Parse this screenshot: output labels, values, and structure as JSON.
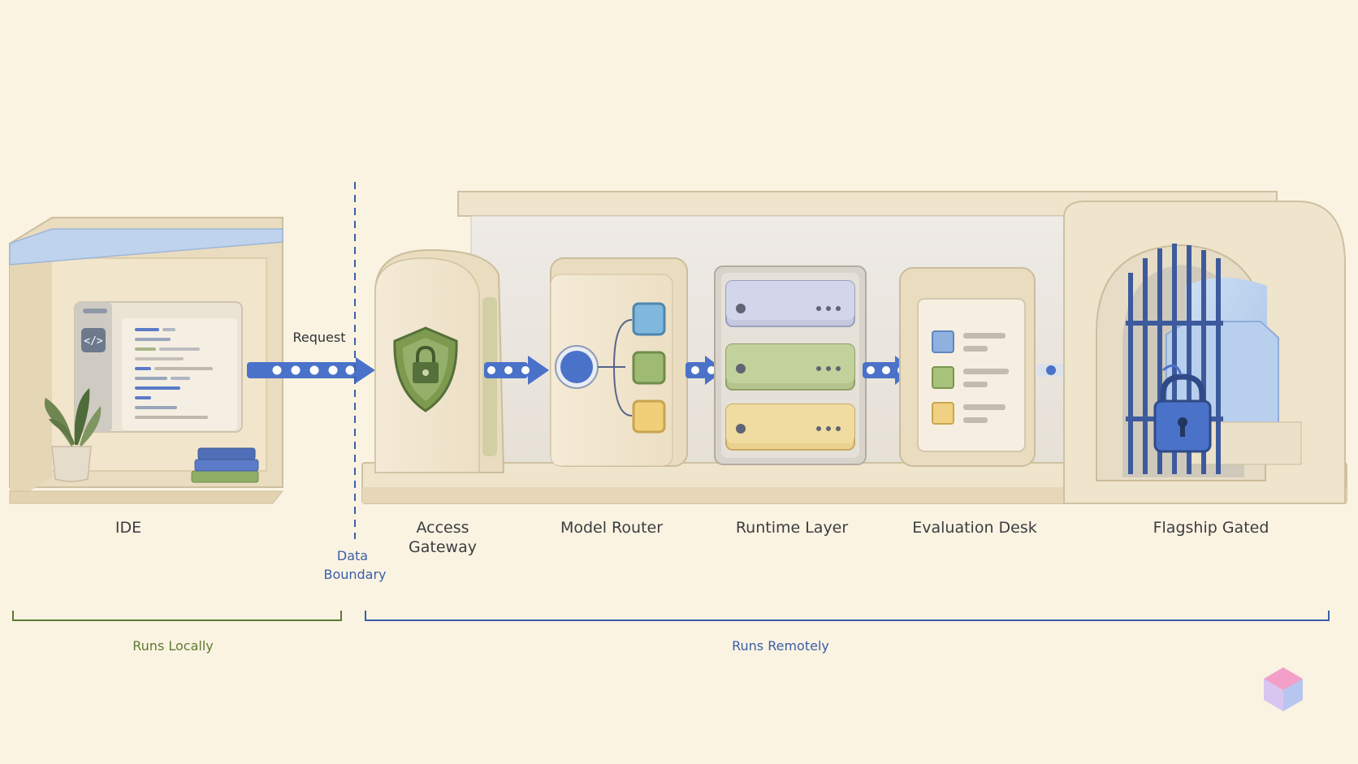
{
  "labels": {
    "request": "Request",
    "ide": "IDE",
    "access_line1": "Access",
    "access_line2": "Gateway",
    "model_router": "Model Router",
    "runtime_layer": "Runtime Layer",
    "evaluation_desk": "Evaluation Desk",
    "flagship_gated": "Flagship Gated",
    "data_line1": "Data",
    "data_line2": "Boundary",
    "runs_locally": "Runs Locally",
    "runs_remotely": "Runs Remotely"
  },
  "colors": {
    "background": "#fbf3e2",
    "flow_blue": "#4a72c8",
    "local_green": "#5d7a34",
    "remote_blue": "#3a5ea8"
  },
  "icons": {
    "ide": "code-icon",
    "gateway": "shield-lock-icon",
    "router": "branching-icon",
    "runtime": "server-stack-icon",
    "evaluation": "checklist-icon",
    "flagship": "padlock-icon"
  }
}
